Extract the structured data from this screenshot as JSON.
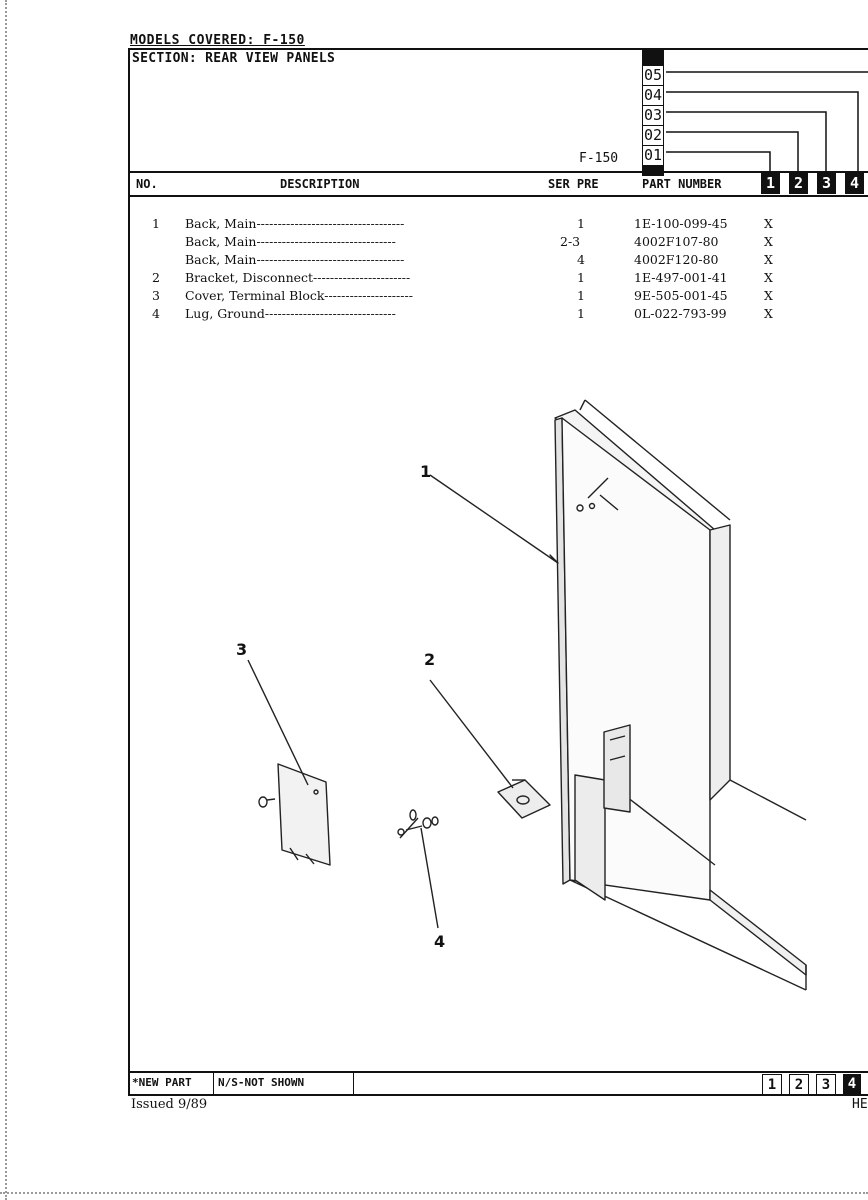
{
  "header": {
    "models_covered": "MODELS COVERED: F-150",
    "section": "SECTION: REAR VIEW PANELS",
    "model_label": "F-150",
    "serial_codes": [
      "05",
      "04",
      "03",
      "02",
      "01"
    ]
  },
  "table": {
    "headers": {
      "no": "NO.",
      "description": "DESCRIPTION",
      "ser_pre": "SER PRE",
      "part_number": "PART NUMBER"
    },
    "model_columns": [
      "1",
      "2",
      "3",
      "4"
    ],
    "rows": [
      {
        "no": "1",
        "description": "Back, Main-----------------------------------",
        "ser": "1",
        "part": "1E-100-099-45",
        "mark": "X"
      },
      {
        "no": "",
        "description": "Back, Main---------------------------------",
        "ser": "2-3",
        "part": "4002F107-80",
        "mark": "X"
      },
      {
        "no": "",
        "description": "Back, Main-----------------------------------",
        "ser": "4",
        "part": "4002F120-80",
        "mark": "X"
      },
      {
        "no": "2",
        "description": "Bracket, Disconnect-----------------------",
        "ser": "1",
        "part": "1E-497-001-41",
        "mark": "X"
      },
      {
        "no": "3",
        "description": "Cover, Terminal Block---------------------",
        "ser": "1",
        "part": "9E-505-001-45",
        "mark": "X"
      },
      {
        "no": "4",
        "description": "Lug, Ground-------------------------------",
        "ser": "1",
        "part": "0L-022-793-99",
        "mark": "X"
      }
    ]
  },
  "diagram": {
    "callouts": [
      "1",
      "2",
      "3",
      "4"
    ]
  },
  "footer": {
    "new_part": "*NEW PART",
    "not_shown": "N/S-NOT SHOWN",
    "model_columns": [
      "1",
      "2",
      "3",
      "4"
    ],
    "issued": "Issued 9/89",
    "corner": "HE"
  }
}
